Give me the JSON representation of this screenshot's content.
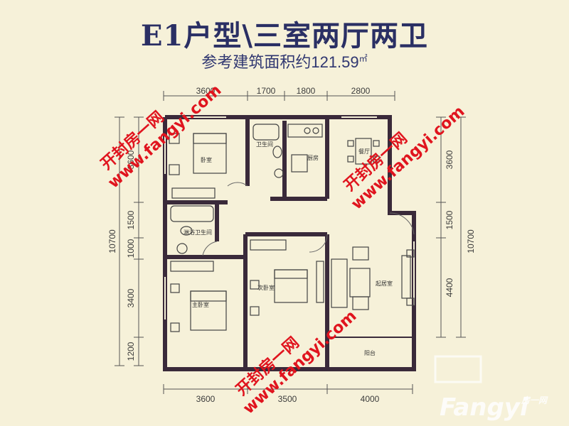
{
  "title": "E1户型\\三室两厅两卫",
  "subtitle": "参考建筑面积约121.59",
  "subtitle_unit": "㎡",
  "dimensions": {
    "top": [
      "3600",
      "1700",
      "1800",
      "2800"
    ],
    "bottom": [
      "3600",
      "3500",
      "4000"
    ],
    "left": [
      "3600",
      "1500",
      "1000",
      "3400",
      "1200"
    ],
    "left_total": "10700",
    "right": [
      "3600",
      "1500",
      "4400"
    ],
    "right_total": "10700"
  },
  "rooms": {
    "bedroom_top": "卧室",
    "bath_top": "卫生间",
    "kitchen": "厨房",
    "dining": "餐厅",
    "bath_left": "淋浴卫生间",
    "master_bedroom": "主卧室",
    "second_bedroom": "次卧室",
    "living": "起居室",
    "balcony": "阳台"
  },
  "watermark": {
    "text": "开封房一网",
    "url": "www.fangyi.com"
  },
  "logo": {
    "main": "Fangyi",
    "suffix": "房一网"
  }
}
